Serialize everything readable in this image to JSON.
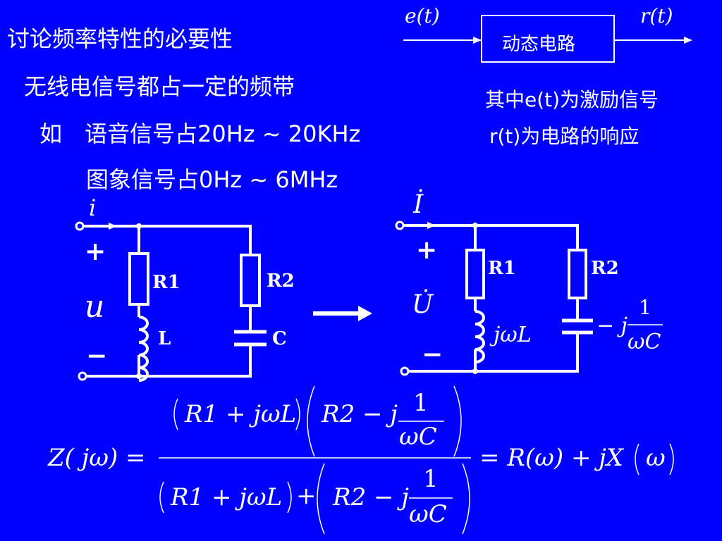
{
  "slide": {
    "heading": "讨论频率特性的必要性",
    "line1": "无线电信号都占一定的频带",
    "line2_prefix": "如",
    "line2_text": "语音信号占20Hz ~ 20KHz",
    "line3_text": "图象信号占0Hz ~ 6MHz"
  },
  "block_diagram": {
    "input_label": "e(t)",
    "box_label": "动态电路",
    "output_label": "r(t)",
    "note1": "其中e(t)为激励信号",
    "note2": "r(t)为电路的响应"
  },
  "left_circuit": {
    "current": "i",
    "plus": "+",
    "voltage": "u",
    "minus": "−",
    "r1": "R1",
    "r2": "R2",
    "l": "L",
    "c": "C"
  },
  "right_circuit": {
    "current": "İ",
    "plus": "+",
    "voltage": "U̇",
    "minus": "−",
    "r1": "R1",
    "r2": "R2",
    "jwl": "jωL",
    "cap_j": "− j",
    "cap_num": "1",
    "cap_den": "ωC"
  },
  "formula": {
    "lhs": "Z( jω) =",
    "num_factor1": "R1 + jωL",
    "num_factor2_a": "R2 − j",
    "frac_num": "1",
    "frac_den": "ωC",
    "den_term1": "R1 + jωL",
    "den_plus": "+",
    "den_term2_a": "R2 − j",
    "rhs": "= R(ω) + jX",
    "rhs_arg": "ω"
  }
}
